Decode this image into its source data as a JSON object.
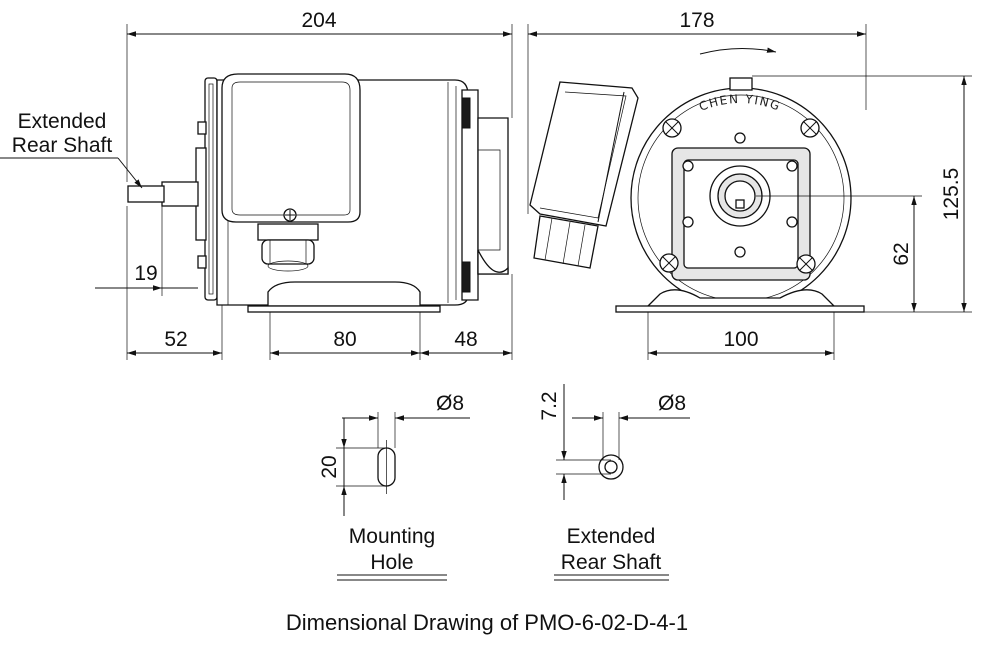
{
  "dimensions": {
    "side_length": "204",
    "front_width": "178",
    "height_total": "125.5",
    "shaft_height": "62",
    "shaft_offset": "19",
    "rear_length": "52",
    "mount_spacing": "80",
    "front_length": "48",
    "base_width": "100"
  },
  "labels": {
    "extended_rear_shaft_line1": "Extended",
    "extended_rear_shaft_line2": "Rear Shaft",
    "logo_text": "CHEN YING"
  },
  "mounting_hole": {
    "diameter": "Ø8",
    "slot_length": "20",
    "caption_line1": "Mounting",
    "caption_line2": "Hole"
  },
  "rear_shaft_detail": {
    "diameter": "Ø8",
    "offset": "7.2",
    "caption_line1": "Extended",
    "caption_line2": "Rear Shaft"
  },
  "title": "Dimensional Drawing of PMO-6-02-D-4-1"
}
